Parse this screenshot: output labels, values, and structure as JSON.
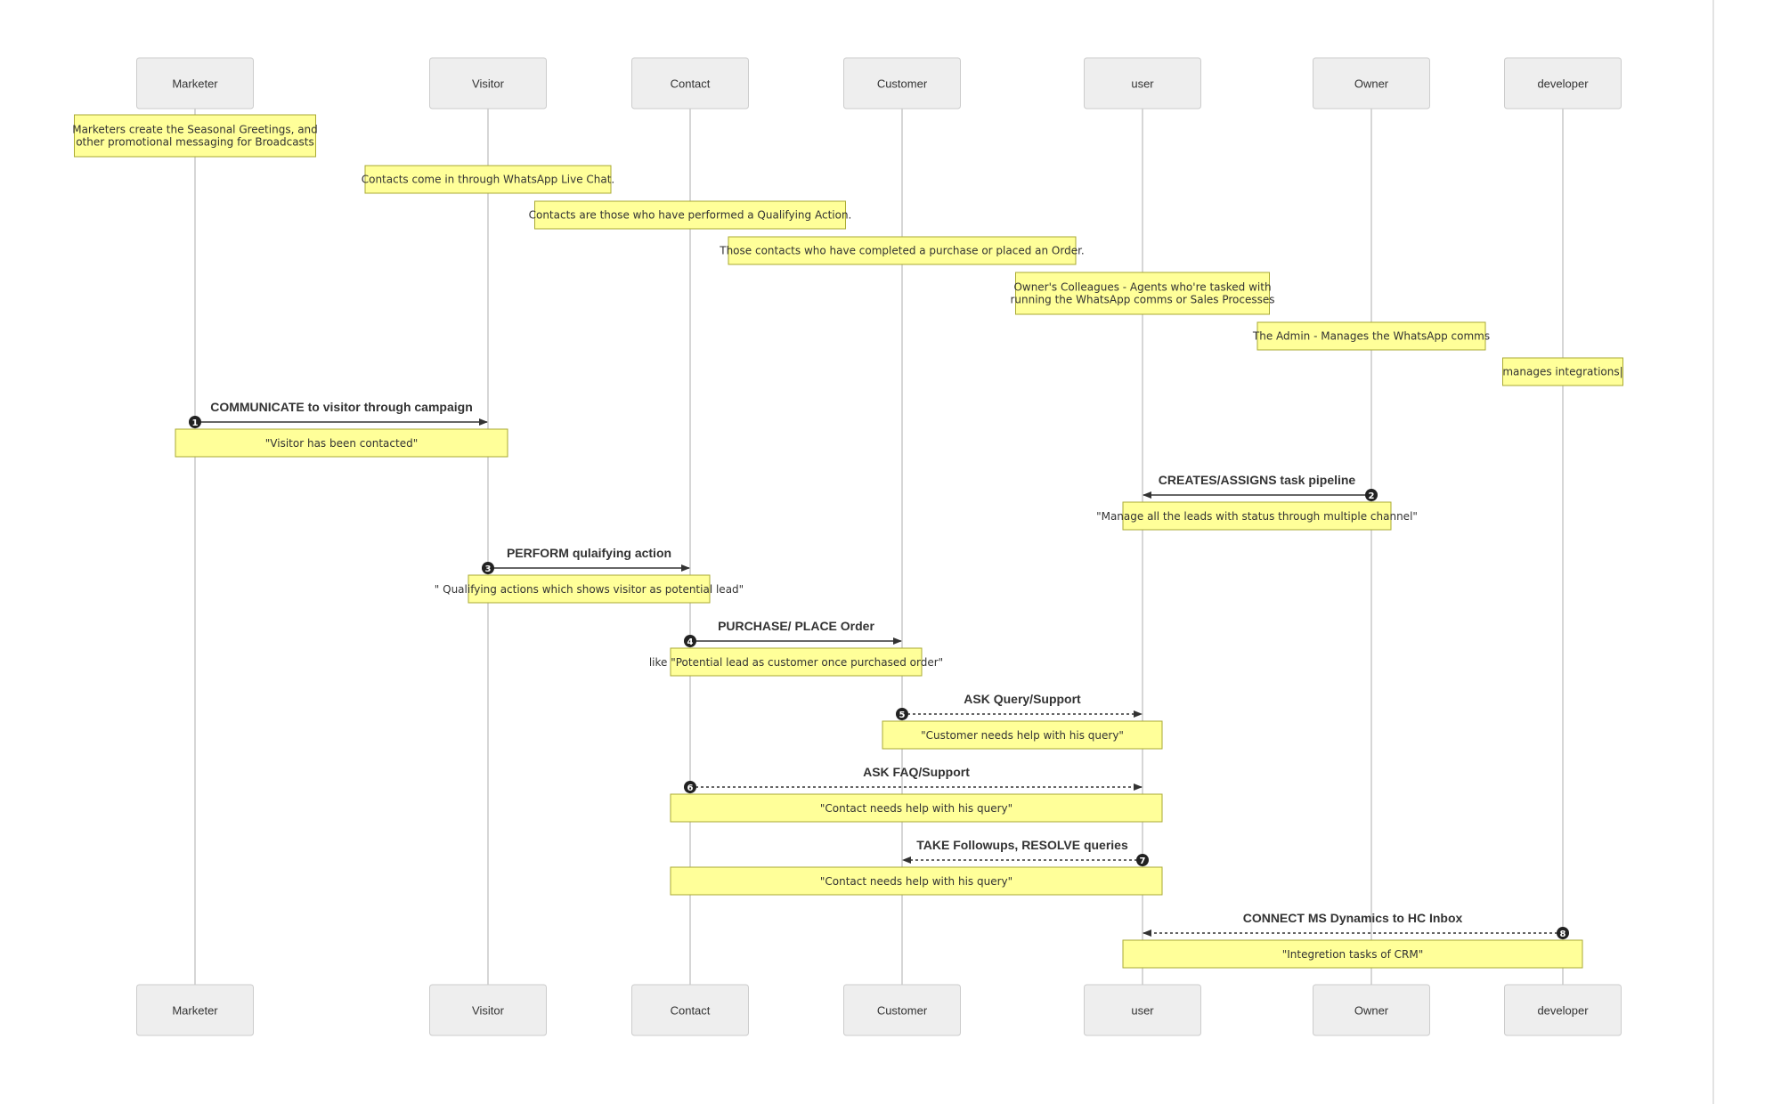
{
  "colors": {
    "actor_fill": "#eeeeee",
    "actor_stroke": "#cccccc",
    "lifeline": "#c8c8c8",
    "note_fill": "#ffff99",
    "note_stroke": "#aaaa33",
    "arrow": "#333333",
    "text": "#333333"
  },
  "actors": [
    {
      "id": "marketer",
      "label": "Marketer"
    },
    {
      "id": "visitor",
      "label": "Visitor"
    },
    {
      "id": "contact",
      "label": "Contact"
    },
    {
      "id": "customer",
      "label": "Customer"
    },
    {
      "id": "user",
      "label": "user"
    },
    {
      "id": "owner",
      "label": "Owner"
    },
    {
      "id": "developer",
      "label": "developer"
    }
  ],
  "role_notes": [
    {
      "actor": "marketer",
      "lines": [
        "Marketers create the Seasonal Greetings, and",
        "other promotional messaging for Broadcasts"
      ]
    },
    {
      "actor": "visitor",
      "lines": [
        "Contacts come in through WhatsApp Live Chat."
      ]
    },
    {
      "actor": "contact",
      "lines": [
        "Contacts are those who have performed a Qualifying Action."
      ]
    },
    {
      "actor": "customer",
      "lines": [
        "Those contacts who have completed a purchase or placed an Order."
      ]
    },
    {
      "actor": "user",
      "lines": [
        "Owner's Colleagues - Agents who're tasked with",
        "running the WhatsApp comms or Sales Processes"
      ]
    },
    {
      "actor": "owner",
      "lines": [
        "The Admin - Manages the WhatsApp comms"
      ]
    },
    {
      "actor": "developer",
      "lines": [
        "manages integrations|"
      ]
    }
  ],
  "messages": [
    {
      "number": "1",
      "from": "marketer",
      "to": "visitor",
      "label": "COMMUNICATE to visitor through campaign",
      "dashed": false,
      "note": "\"Visitor has been contacted\""
    },
    {
      "number": "2",
      "from": "owner",
      "to": "user",
      "label": "CREATES/ASSIGNS task pipeline",
      "dashed": false,
      "note": "\"Manage all the leads with status through multiple channel\""
    },
    {
      "number": "3",
      "from": "visitor",
      "to": "contact",
      "label": "PERFORM qulaifying action",
      "dashed": false,
      "note": "\" Qualifying actions which shows visitor as potential lead\""
    },
    {
      "number": "4",
      "from": "contact",
      "to": "customer",
      "label": "PURCHASE/ PLACE Order",
      "dashed": false,
      "note": "like \"Potential lead as customer once purchased order\""
    },
    {
      "number": "5",
      "from": "customer",
      "to": "user",
      "label": "ASK Query/Support",
      "dashed": true,
      "note": "\"Customer needs help with his query\""
    },
    {
      "number": "6",
      "from": "contact",
      "to": "user",
      "label": "ASK FAQ/Support",
      "dashed": true,
      "note": "\"Contact needs help with his query\""
    },
    {
      "number": "7",
      "from": "user",
      "to": "customer",
      "label": "TAKE Followups, RESOLVE queries",
      "dashed": true,
      "note": "\"Contact needs help with his query\""
    },
    {
      "number": "8",
      "from": "developer",
      "to": "user",
      "label": "CONNECT MS Dynamics to HC Inbox",
      "dashed": true,
      "note": "\"Integretion tasks of CRM\""
    }
  ]
}
